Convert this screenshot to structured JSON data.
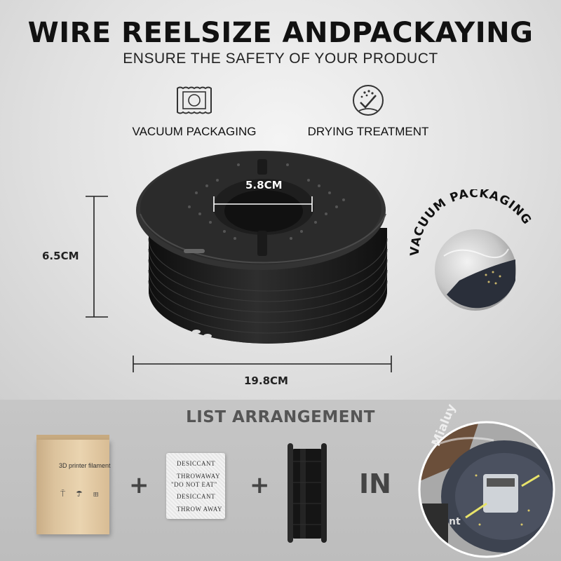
{
  "header": {
    "title": "WIRE REELSIZE ANDPACKAYING",
    "subtitle": "ENSURE THE SAFETY OF YOUR PRODUCT"
  },
  "features": [
    {
      "label": "VACUUM PACKAGING",
      "icon": "vacuum-bag-icon"
    },
    {
      "label": "DRYING TREATMENT",
      "icon": "drying-droplets-icon"
    }
  ],
  "dimensions": {
    "inner_diameter": "5.8CM",
    "height": "6.5CM",
    "width": "19.8CM"
  },
  "vacuum_badge": {
    "label": "VACUUM PACKAGING"
  },
  "list": {
    "title": "LIST ARRANGEMENT",
    "box_label": "3D printer filament",
    "box_icons": "⍑ ☂ ⊞",
    "desiccant_lines": [
      "DESICCANT",
      "THROWAWAY",
      "\"DO NOT EAT\"",
      "DESICCANT",
      "THROW AWAY"
    ],
    "plus_1": "+",
    "plus_2": "+",
    "in_text": "IN",
    "brand": "Mialuy",
    "brand_partial": "nt"
  },
  "colors": {
    "spool": "#1c1c1c",
    "background_top": "#e6e6e6",
    "background_bottom": "#c2c2c2",
    "text_dark": "#111111",
    "text_section": "#555555"
  }
}
